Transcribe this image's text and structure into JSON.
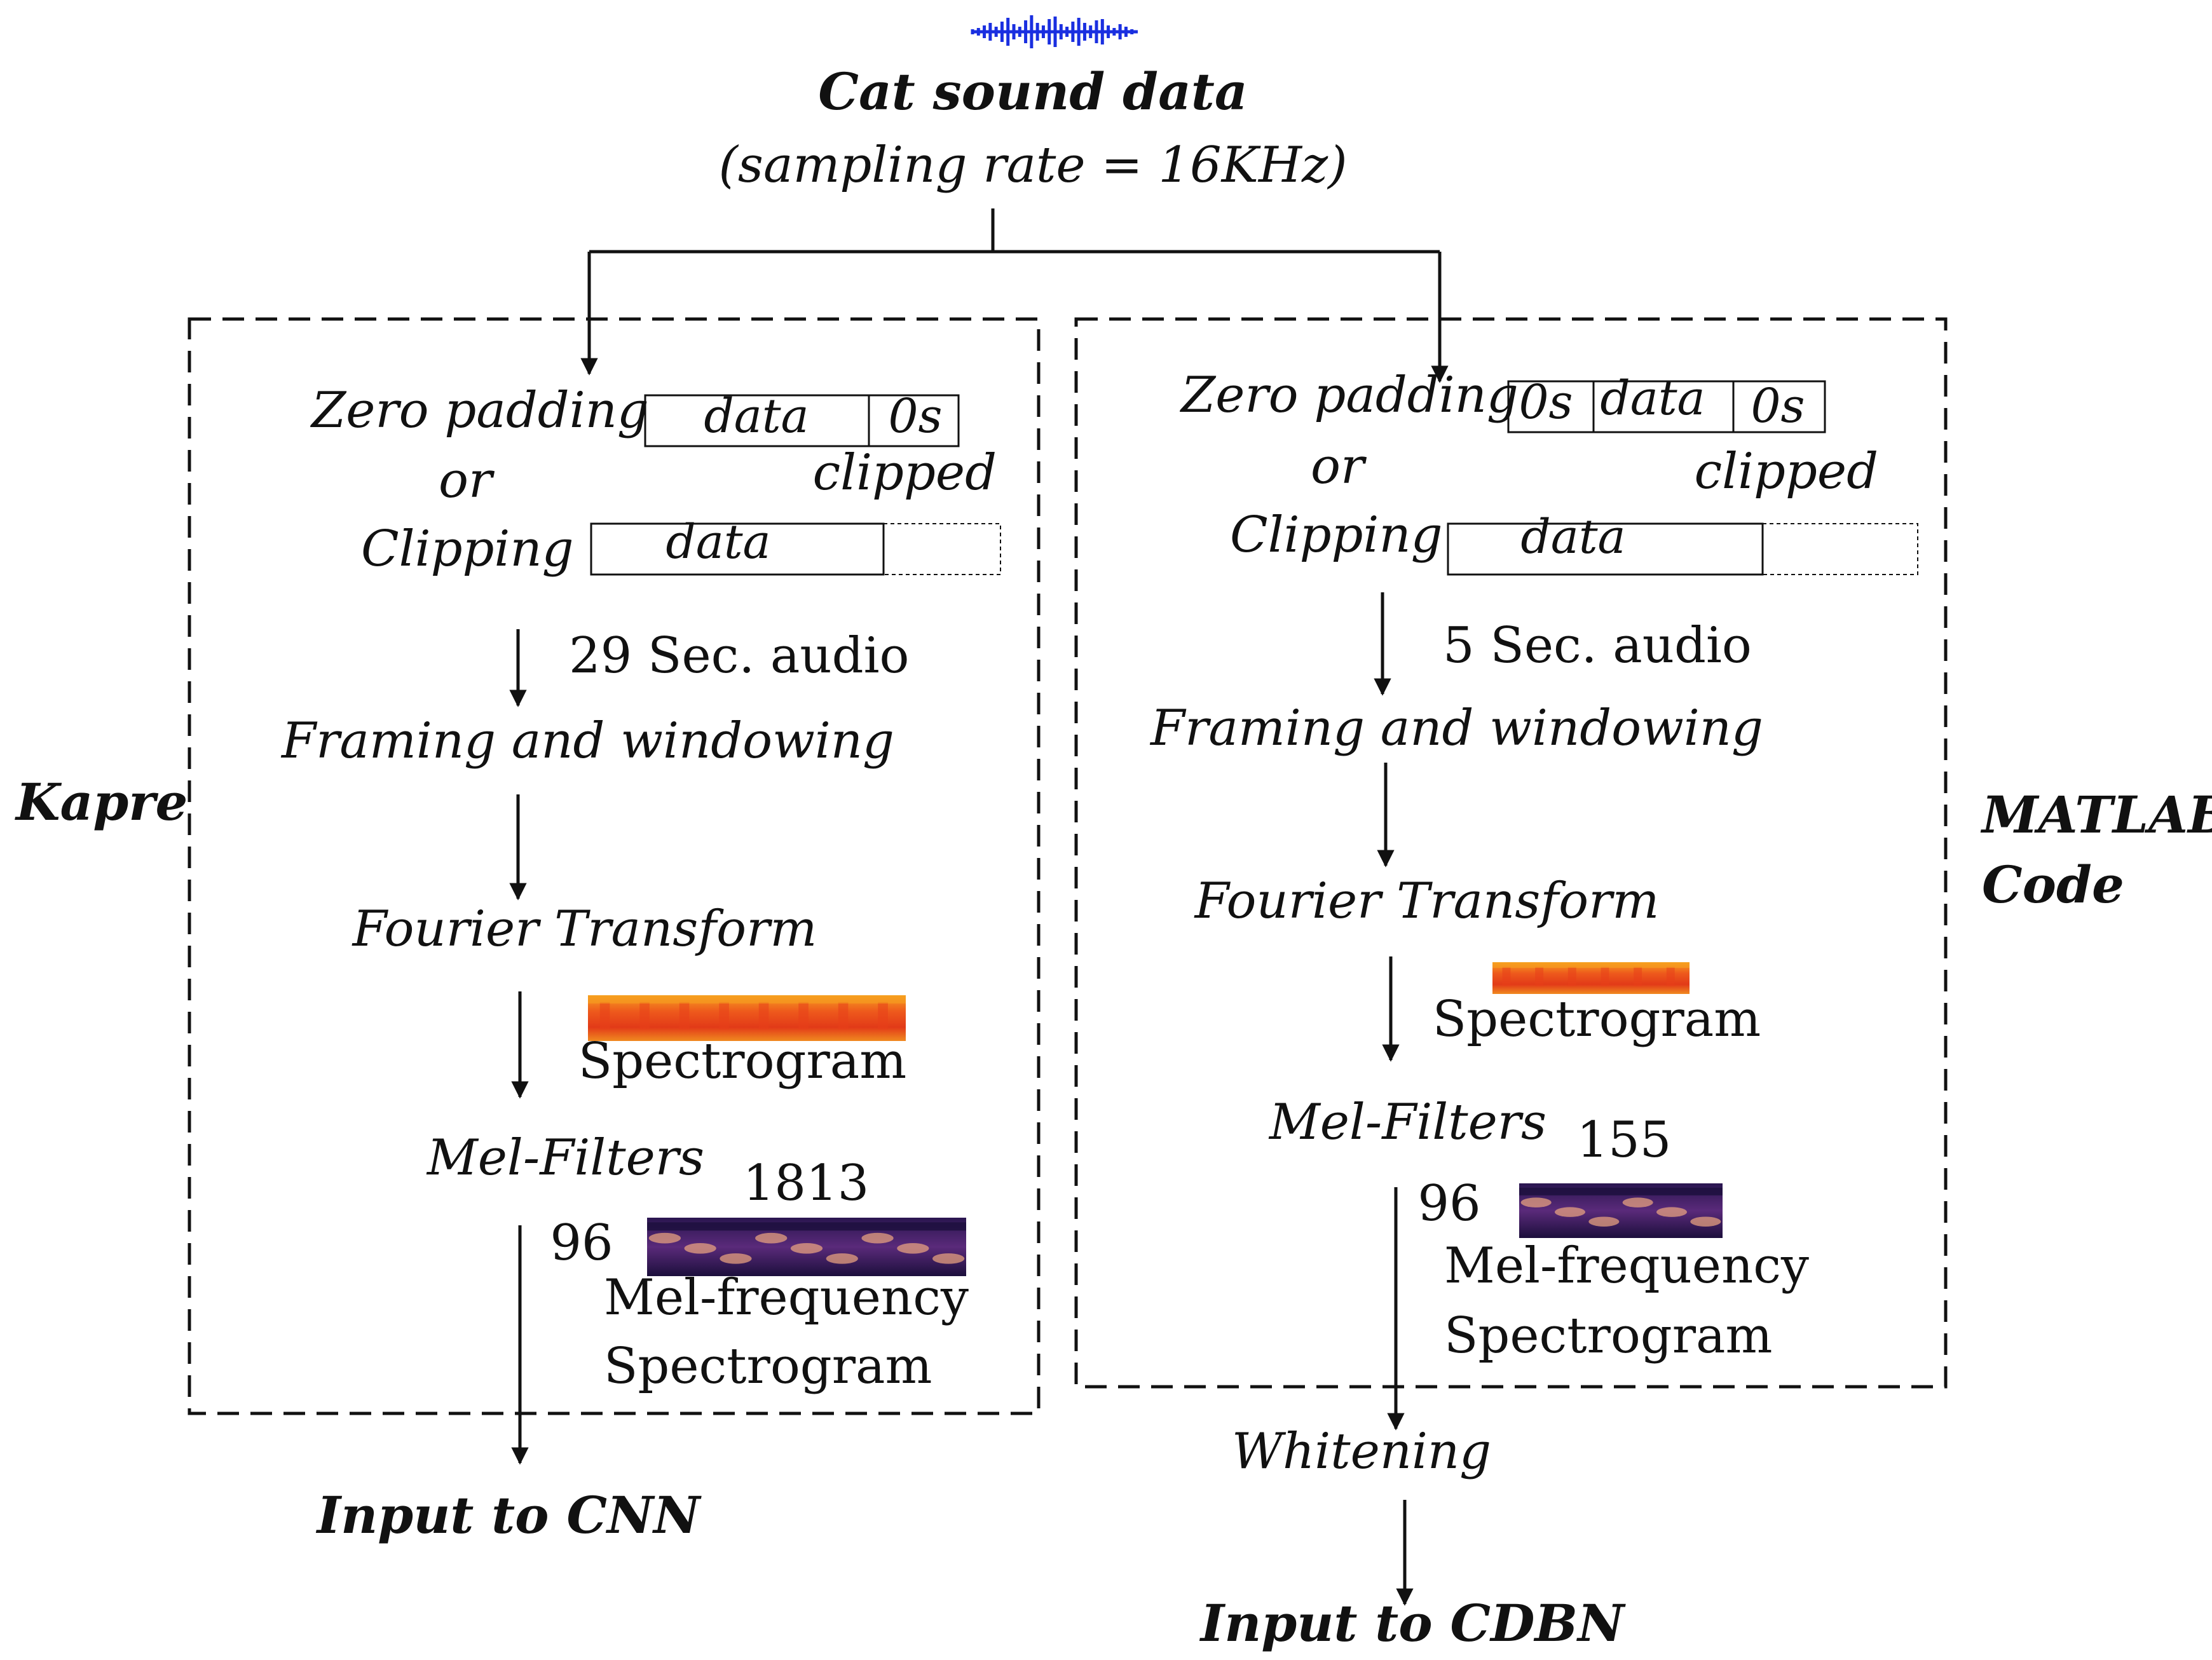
{
  "source": {
    "title": "Cat sound data",
    "subtitle": "(sampling rate = 16KHz)",
    "waveform_icon": "audio-waveform-icon",
    "waveform_color": "#1a2fe0"
  },
  "kapre": {
    "label": "Kapre",
    "zero_padding": "Zero padding",
    "or": "or",
    "clipping": "Clipping",
    "pad_box": [
      "data",
      "0s"
    ],
    "clipped": "clipped",
    "clip_box": "data",
    "duration": "29 Sec. audio",
    "framing": "Framing and windowing",
    "fourier": "Fourier Transform",
    "spectrogram": "Spectrogram",
    "mel_filters": "Mel-Filters",
    "mel_width": "1813",
    "mel_height": "96",
    "mel_spec_line1": "Mel-frequency",
    "mel_spec_line2": "Spectrogram",
    "output": "Input to CNN"
  },
  "matlab": {
    "label_line1": "MATLAB",
    "label_line2": "Code",
    "zero_padding": "Zero padding",
    "or": "or",
    "clipping": "Clipping",
    "pad_box": [
      "0s",
      "data",
      "0s"
    ],
    "clipped": "clipped",
    "clip_box": "data",
    "duration": "5 Sec. audio",
    "framing": "Framing and windowing",
    "fourier": "Fourier Transform",
    "spectrogram": "Spectrogram",
    "mel_filters": "Mel-Filters",
    "mel_width": "155",
    "mel_height": "96",
    "mel_spec_line1": "Mel-frequency",
    "mel_spec_line2": "Spectrogram",
    "whitening": "Whitening",
    "output": "Input to CDBN"
  },
  "colors": {
    "line": "#111111",
    "spectrogram_hot": "#e8401a",
    "spectrogram_warm": "#f6a020",
    "mel_dark": "#1c0f3c",
    "mel_bright": "#f0a880"
  }
}
